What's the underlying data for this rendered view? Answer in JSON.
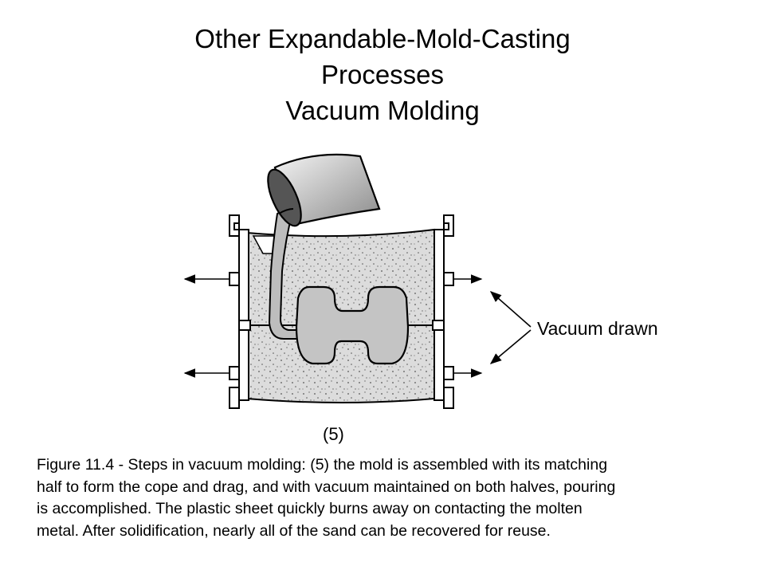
{
  "slide": {
    "title_lines": [
      "Other Expandable-Mold-Casting",
      "Processes",
      "Vacuum Molding"
    ]
  },
  "figure": {
    "vacuum_label": "Vacuum drawn",
    "step_label": "(5)"
  },
  "caption": {
    "lines": [
      "Figure 11.4 - Steps in vacuum molding: (5) the mold is assembled with its matching",
      "half to form the cope and drag, and with vacuum maintained on both halves, pouring",
      "is accomplished. The plastic sheet quickly burns away on contacting the molten",
      "metal. After solidification, nearly all of the sand can be recovered for reuse."
    ]
  }
}
